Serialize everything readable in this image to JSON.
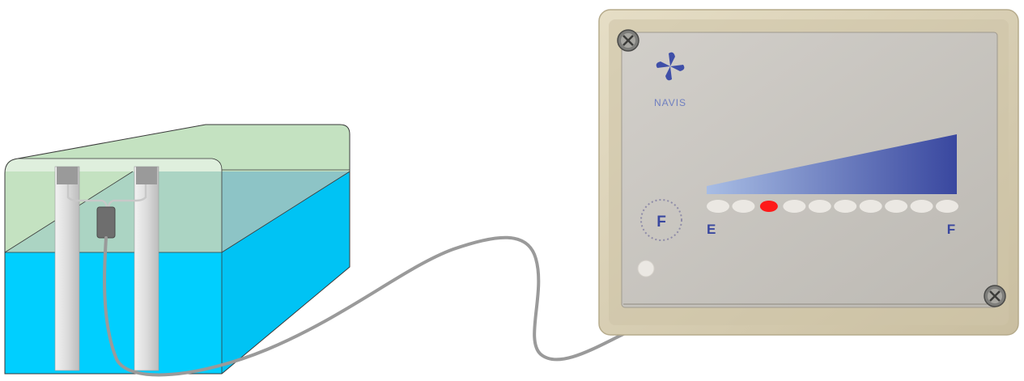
{
  "colors": {
    "water": "#00cfff",
    "air_space": "#c4e2c1",
    "panel_face": "#c9c6c1",
    "panel_frame": "#d8ceb2",
    "bar_gradient_start": "#a8bde4",
    "bar_gradient_end": "#39479f",
    "led_off": "#ebe8e3",
    "led_on": "#ff1a1a",
    "cable": "#9a9a9a",
    "probe": "#d8d8d8",
    "label_text": "#39479f"
  },
  "icons": {
    "logo": "pinwheel-logo-icon",
    "screw": "phillips-screw-icon"
  },
  "panel": {
    "brand": "NAVIS",
    "button_label": "F",
    "scale_empty_label": "E",
    "scale_full_label": "F"
  },
  "gauge": {
    "led_count": 10,
    "active_led_index": 3
  }
}
